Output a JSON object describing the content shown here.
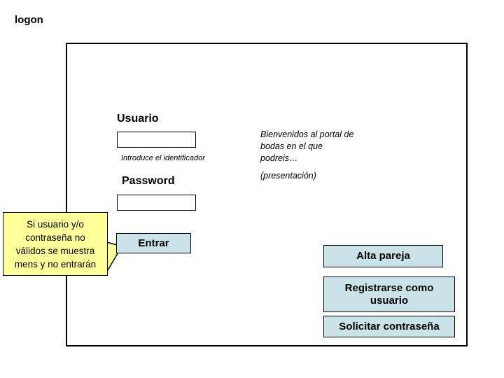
{
  "page": {
    "title": "logon"
  },
  "colors": {
    "note_bg": "#FFFF99",
    "button_bg": "#C9E3E8",
    "border": "#000000"
  },
  "form": {
    "usuario_label": "Usuario",
    "usuario_value": "",
    "usuario_hint": "Introduce el identificador",
    "password_label": "Password",
    "password_value": "",
    "entrar_button": "Entrar"
  },
  "welcome": {
    "lines": [
      "Bienvenidos al portal de",
      "bodas en el que",
      "podreis…"
    ],
    "presentacion": "(presentación)"
  },
  "callout": {
    "lines": [
      "Si usuario y/o",
      "contraseña no",
      "válidos se muestra",
      "mens y no entrarán"
    ]
  },
  "actions": {
    "alta_pareja": "Alta pareja",
    "registrarse": "Registrarse como usuario",
    "solicitar": "Solicitar contraseña"
  }
}
